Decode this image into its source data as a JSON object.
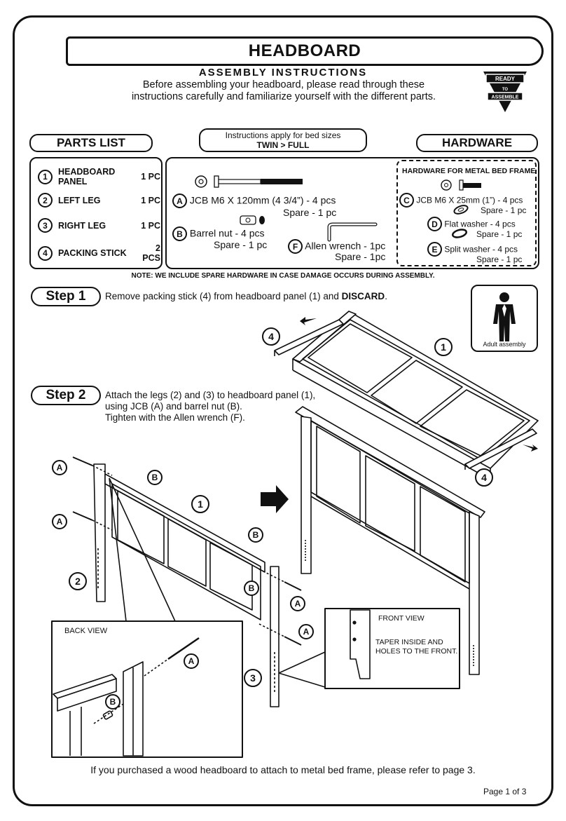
{
  "header": {
    "title": "HEADBOARD",
    "subtitle": "ASSEMBLY INSTRUCTIONS",
    "intro_line1": "Before assembling your headboard, please read through these",
    "intro_line2": "instructions carefully and familiarize yourself with the different parts.",
    "badge_top": "READY",
    "badge_mid": "TO",
    "badge_bottom": "ASSEMBLE"
  },
  "sections": {
    "parts_list": "PARTS LIST",
    "bed_sizes_line1": "Instructions apply for bed sizes",
    "bed_sizes_line2": "TWIN > FULL",
    "hardware": "HARDWARE"
  },
  "parts": [
    {
      "num": "1",
      "name": "HEADBOARD PANEL",
      "qty": "1 PC"
    },
    {
      "num": "2",
      "name": "LEFT LEG",
      "qty": "1 PC"
    },
    {
      "num": "3",
      "name": "RIGHT LEG",
      "qty": "1 PC"
    },
    {
      "num": "4",
      "name": "PACKING STICK",
      "qty": "2 PCS"
    }
  ],
  "hardware_items": {
    "a_letter": "A",
    "a_desc": "JCB M6 X 120mm (4 3/4”) - 4 pcs",
    "a_spare": "Spare - 1 pc",
    "b_letter": "B",
    "b_desc": "Barrel nut - 4 pcs",
    "b_spare": "Spare - 1 pc",
    "f_letter": "F",
    "f_desc": "Allen wrench - 1pc",
    "f_spare": "Spare - 1pc"
  },
  "metal_frame": {
    "heading": "HARDWARE FOR METAL BED FRAME",
    "c_letter": "C",
    "c_desc": "JCB M6 X 25mm (1”) - 4 pcs",
    "c_spare": "Spare - 1 pc",
    "d_letter": "D",
    "d_desc": "Flat washer - 4 pcs",
    "d_spare": "Spare - 1 pc",
    "e_letter": "E",
    "e_desc": "Split washer - 4 pcs",
    "e_spare": "Spare - 1 pc"
  },
  "note": "NOTE: WE INCLUDE SPARE HARDWARE IN CASE DAMAGE OCCURS DURING ASSEMBLY.",
  "step1": {
    "label": "Step 1",
    "text_pre": "Remove packing stick (4) from headboard panel (1) and ",
    "text_bold": "DISCARD",
    "text_post": "."
  },
  "adult": "Adult assembly",
  "step2": {
    "label": "Step 2",
    "line1": "Attach the legs (2) and (3) to headboard panel (1),",
    "line2": "using JCB (A) and barrel nut (B).",
    "line3": "Tighten with the Allen wrench (F)."
  },
  "back_view": "BACK VIEW",
  "front_view": "FRONT VIEW",
  "taper_line1": "TAPER INSIDE AND",
  "taper_line2": "HOLES TO THE FRONT.",
  "callouts": {
    "one": "1",
    "two": "2",
    "three": "3",
    "four": "4",
    "a": "A",
    "b": "B"
  },
  "footer": {
    "note": "If you purchased a wood headboard to attach to metal bed frame, please refer to page 3.",
    "page": "Page 1 of 3"
  }
}
